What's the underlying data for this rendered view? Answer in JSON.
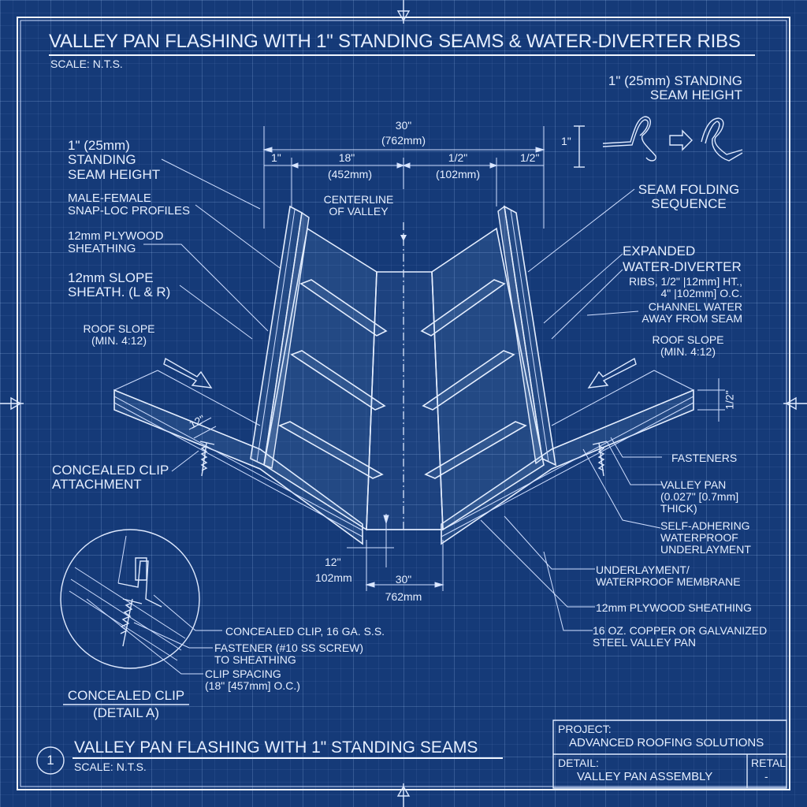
{
  "title": "VALLEY PAN FLASHING WITH 1\" STANDING SEAMS & WATER-DIVERTER RIBS",
  "scale_top": "SCALE: N.T.S.",
  "dimensions": {
    "overall_top": "30\"",
    "overall_top_metric": "(762mm)",
    "seam_left": "1\"",
    "span_18": "18\"",
    "span_18_metric": "(452mm)",
    "span_half": "1/2\"",
    "span_half_metric": "(102mm)",
    "seam_right": "1/2\"",
    "bottom_12": "12\"",
    "bottom_12_metric": "102mm",
    "bottom_30": "30\"",
    "bottom_30_metric": "762mm",
    "clip_left": "12\"",
    "right_half": "1/2\"",
    "seam_detail_height": "1\""
  },
  "labels": {
    "centerline": "CENTERLINE\nOF VALLEY",
    "seam_height_left": "1\" (25mm)\nSTANDING\nSEAM HEIGHT",
    "snap_loc": "MALE-FEMALE\nSNAP-LOC PROFILES",
    "plywood_left": "12mm PLYWOOD\nSHEATHING",
    "slope_sheath": "12mm SLOPE\nSHEATH. (L & R)",
    "roof_slope_left": "ROOF SLOPE\n(MIN. 4:12)",
    "concealed_clip_attachment": "CONCEALED CLIP\nATTACHMENT",
    "seam_height_right": "1\" (25mm) STANDING\nSEAM HEIGHT",
    "seam_folding": "SEAM FOLDING\nSEQUENCE",
    "expanded_line1": "EXPANDED",
    "expanded_line2": "WATER-DIVERTER",
    "expanded_line3": "RIBS, 1/2\" |12mm] HT.,\n4\" |102mm] O.C.",
    "channel_water": "CHANNEL WATER\nAWAY FROM SEAM",
    "roof_slope_right": "ROOF SLOPE\n(MIN. 4:12)",
    "fasteners": "FASTENERS",
    "valley_pan": "VALLEY PAN\n(0.027\" [0.7mm]\nTHICK)",
    "self_adhering": "SELF-ADHERING\nWATERPROOF\nUNDERLAYMENT",
    "underlayment": "UNDERLAYMENT/\nWATERPROOF MEMBRANE",
    "plywood_right": "12mm PLYWOOD SHEATHING",
    "copper_pan": "16 OZ. COPPER OR GALVANIZED\nSTEEL VALLEY PAN",
    "clip_16ga": "CONCEALED CLIP, 16 GA. S.S.",
    "fastener_10": "FASTENER (#10 SS SCREW)\nTO SHEATHING",
    "clip_spacing": "CLIP SPACING\n(18\" [457mm] O.C.)",
    "detail_a_title": "CONCEALED CLIP",
    "detail_a_sub": "(DETAIL A)"
  },
  "footer": {
    "number": "1",
    "title": "VALLEY PAN FLASHING WITH 1\" STANDING SEAMS",
    "scale": "SCALE: N.T.S."
  },
  "title_block": {
    "project_label": "PROJECT:",
    "project_value": "ADVANCED ROOFING SOLUTIONS",
    "detail_label": "DETAIL:",
    "detail_value": "VALLEY PAN ASSEMBLY",
    "retal_label": "RETAL",
    "retal_value": "-"
  }
}
